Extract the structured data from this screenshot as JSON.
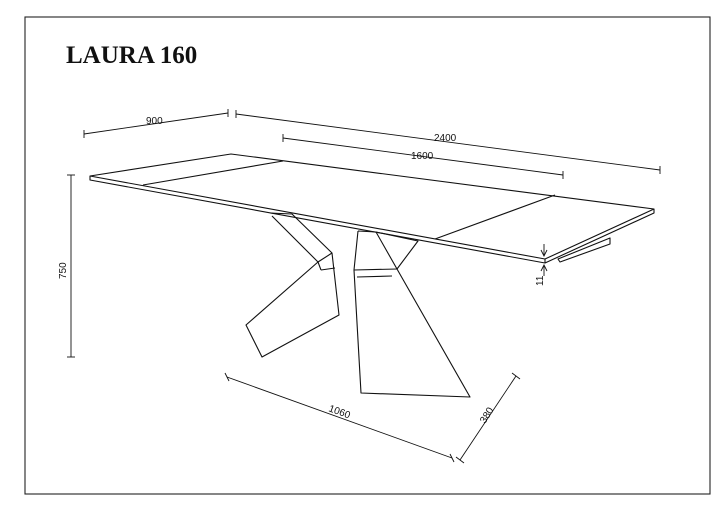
{
  "title": "LAURA 160",
  "dimensions": {
    "depth": "900",
    "length_extended": "2400",
    "length_closed": "1600",
    "height": "750",
    "top_thickness": "11",
    "base_length": "1060",
    "base_width": "380"
  },
  "colors": {
    "line": "#111111",
    "background": "#ffffff"
  }
}
